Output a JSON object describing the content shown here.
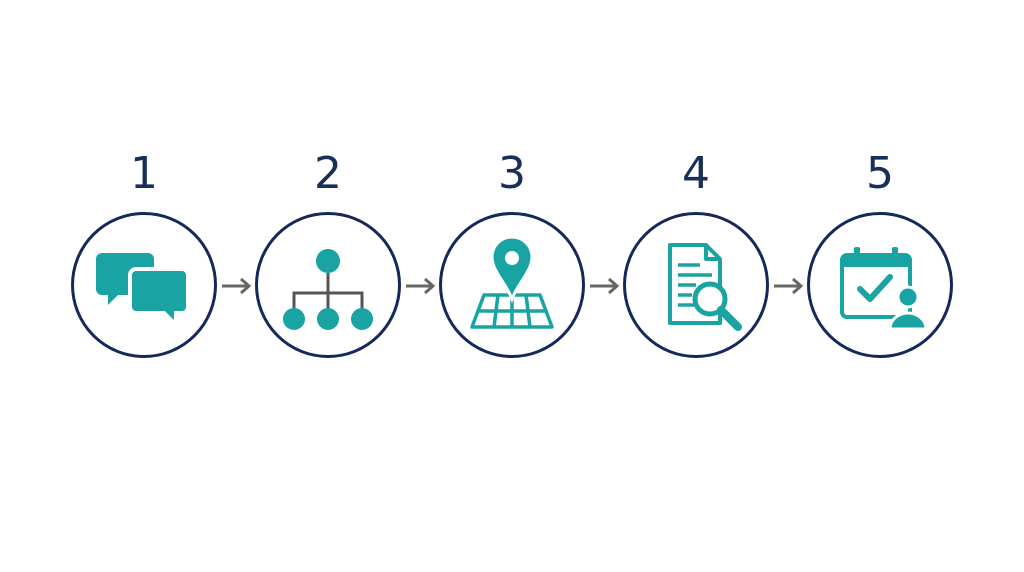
{
  "steps": [
    {
      "number": "1",
      "icon": "chat-bubbles-icon"
    },
    {
      "number": "2",
      "icon": "org-chart-icon"
    },
    {
      "number": "3",
      "icon": "map-pin-icon"
    },
    {
      "number": "4",
      "icon": "document-search-icon"
    },
    {
      "number": "5",
      "icon": "calendar-user-check-icon"
    }
  ],
  "colors": {
    "circle_border": "#13295a",
    "number_text": "#1a2e5a",
    "icon_teal": "#1aa3a3",
    "connector_gray": "#555555",
    "arrow_gray": "#666666"
  }
}
